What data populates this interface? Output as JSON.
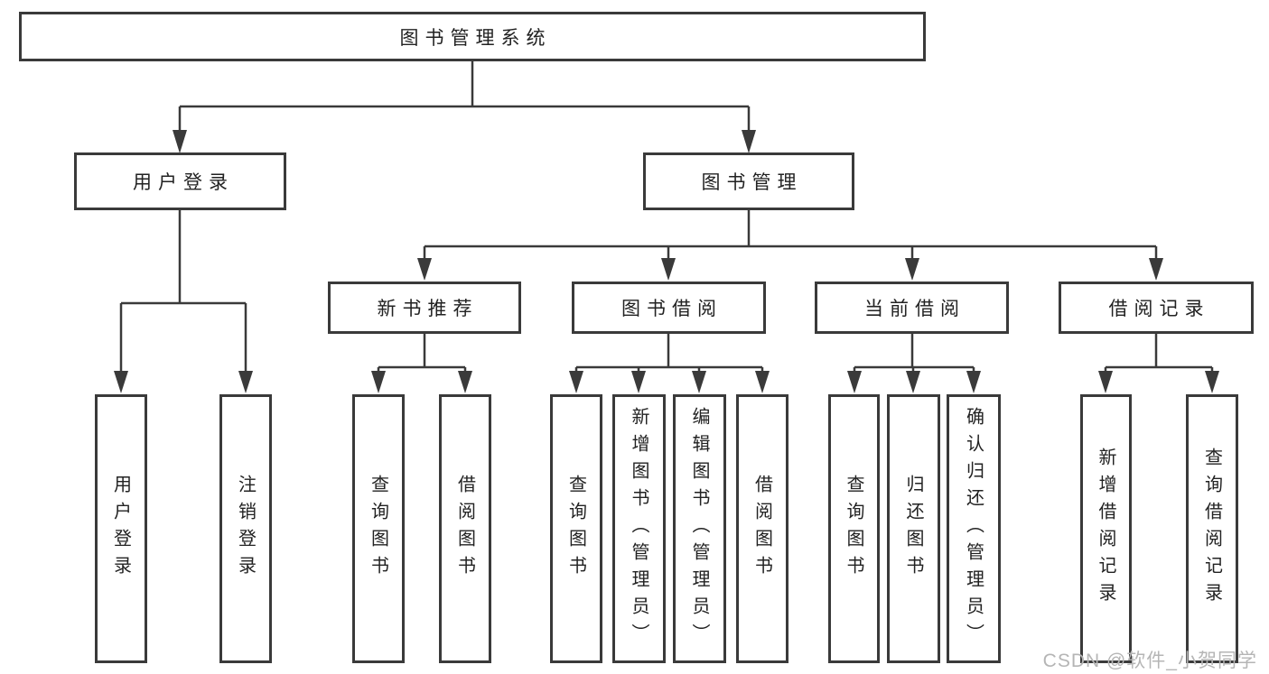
{
  "diagram": {
    "type": "tree",
    "root": {
      "label": "图书管理系统",
      "children": [
        {
          "label": "用户登录",
          "children": [
            {
              "label": "用户登录"
            },
            {
              "label": "注销登录"
            }
          ]
        },
        {
          "label": "图书管理",
          "children": [
            {
              "label": "新书推荐",
              "children": [
                {
                  "label": "查询图书"
                },
                {
                  "label": "借阅图书"
                }
              ]
            },
            {
              "label": "图书借阅",
              "children": [
                {
                  "label": "查询图书"
                },
                {
                  "label": "新增图书（管理员）"
                },
                {
                  "label": "编辑图书（管理员）"
                },
                {
                  "label": "借阅图书"
                }
              ]
            },
            {
              "label": "当前借阅",
              "children": [
                {
                  "label": "查询图书"
                },
                {
                  "label": "归还图书"
                },
                {
                  "label": "确认归还（管理员）"
                }
              ]
            },
            {
              "label": "借阅记录",
              "children": [
                {
                  "label": "新增借阅记录"
                },
                {
                  "label": "查询借阅记录"
                }
              ]
            }
          ]
        }
      ]
    }
  },
  "watermark": "CSDN @软件_小贺同学",
  "colors": {
    "line": "#3a3a3a",
    "box_border": "#3a3a3a",
    "text": "#222222",
    "watermark": "#b5b5b5",
    "background": "#ffffff"
  }
}
